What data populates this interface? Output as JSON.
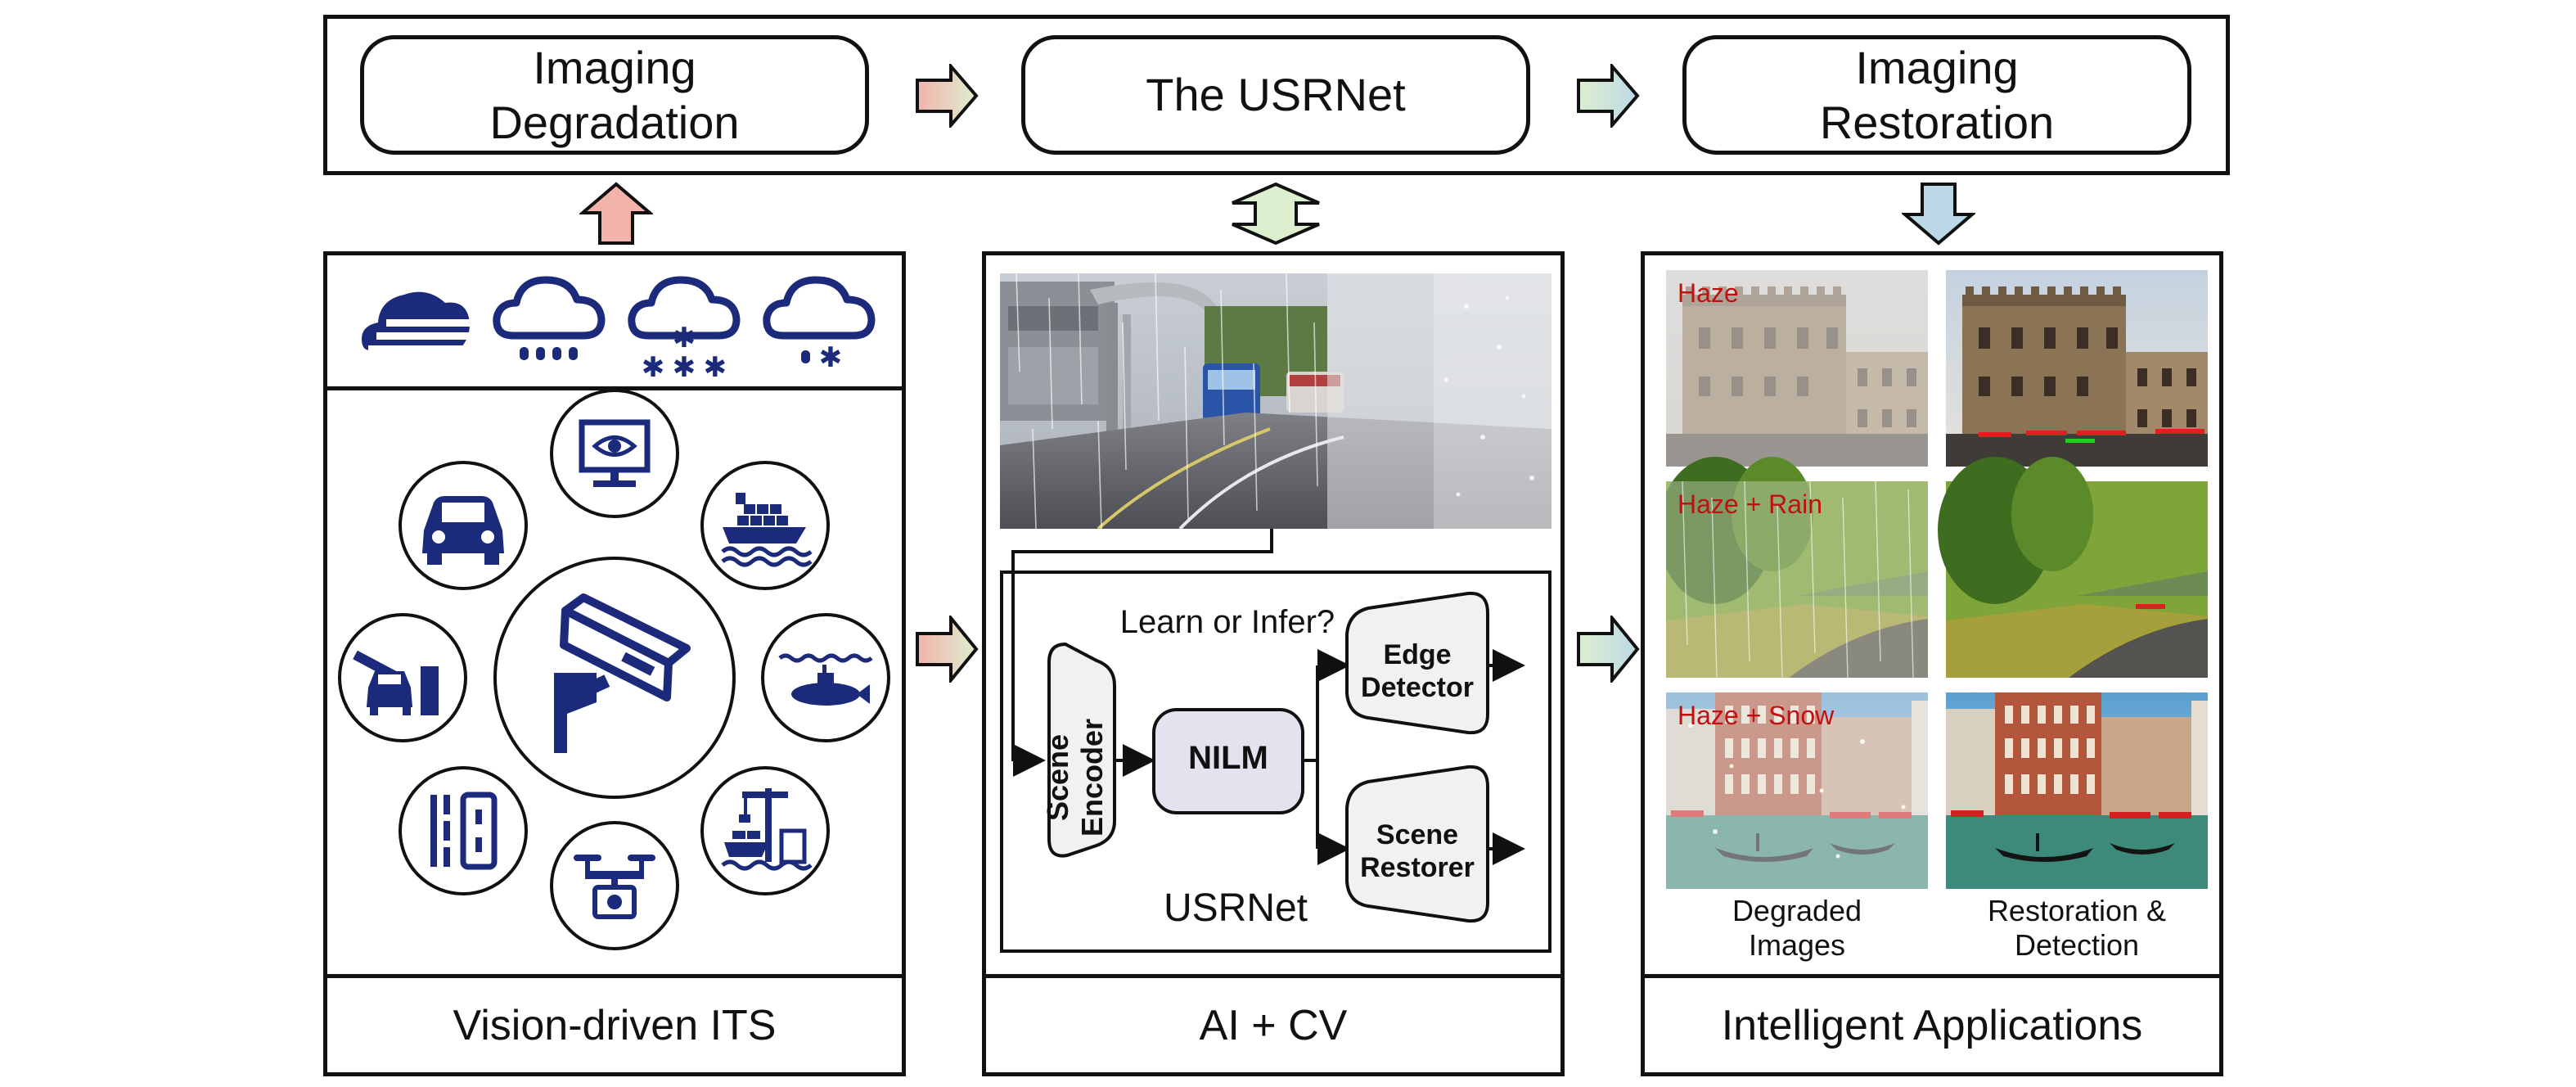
{
  "pipeline": {
    "stages": [
      {
        "label": "Imaging\nDegradation"
      },
      {
        "label": "The USRNet"
      },
      {
        "label": "Imaging\nRestoration"
      }
    ]
  },
  "left_panel": {
    "weather_icons": [
      "fog-cloud-icon",
      "rain-cloud-icon",
      "snow-cloud-icon",
      "sleet-cloud-icon"
    ],
    "device_icons": [
      "monitor-eye-icon",
      "cargo-ship-icon",
      "submarine-icon",
      "port-crane-ship-icon",
      "drone-camera-icon",
      "road-lanes-icon",
      "toll-gate-car-icon",
      "car-icon",
      "surveillance-camera-icon"
    ],
    "footer": "Vision-driven ITS"
  },
  "middle_panel": {
    "question": "Learn or Infer?",
    "scene_encoder": "Scene\nEncoder",
    "nilm": "NILM",
    "edge_detector": "Edge\nDetector",
    "scene_restorer": "Scene\nRestorer",
    "usrnet_label": "USRNet",
    "footer": "AI + CV"
  },
  "right_panel": {
    "rows": [
      {
        "tag": "Haze"
      },
      {
        "tag": "Haze + Rain"
      },
      {
        "tag": "Haze + Snow"
      }
    ],
    "captions": {
      "degraded": "Degraded\nImages",
      "restored": "Restoration &\nDetection"
    },
    "footer": "Intelligent Applications"
  },
  "colors": {
    "icon_navy": "#1b2a7a",
    "arrow_pink": "#f0b8b0",
    "arrow_green": "#d6ecc8",
    "arrow_blue": "#c4dde8",
    "tag_red": "#c01010"
  }
}
